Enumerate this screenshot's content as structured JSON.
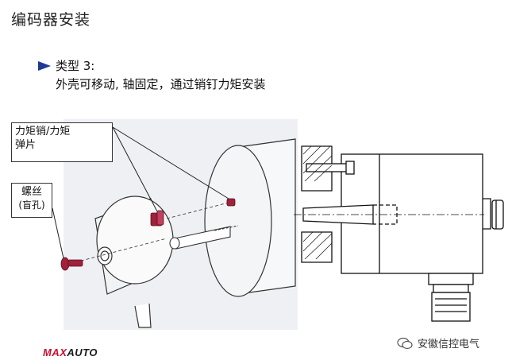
{
  "page": {
    "title": "编码器安装",
    "bullet_label": "类型 3:",
    "bullet_desc": "外壳可移动, 轴固定，通过销钉力矩安装"
  },
  "callouts": {
    "pin_line1": "力矩销/力矩",
    "pin_line2": "弹片",
    "screw_line1": "螺丝",
    "screw_line2": "(盲孔)"
  },
  "footer": {
    "logo_accent": "MAX",
    "logo_rest": "AUTO",
    "watermark": "安徽信控电气"
  },
  "colors": {
    "bullet": "#1f3a93",
    "pin_part": "#a0213a",
    "accent": "#c8102e"
  }
}
